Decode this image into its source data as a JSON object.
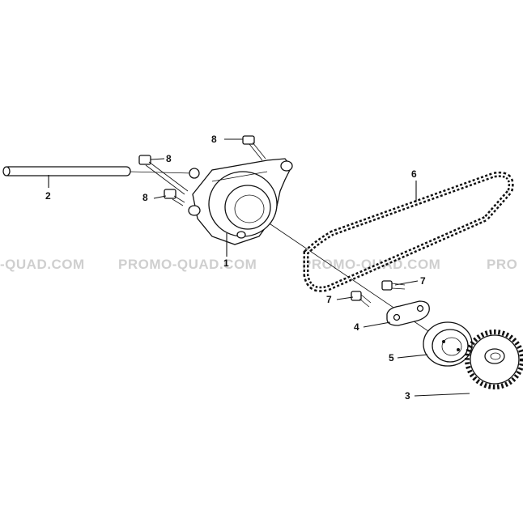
{
  "watermark": {
    "segments": [
      "-QUAD.COM",
      "PROMO-QUAD.COM",
      "PROMO-QUAD.COM",
      "PRO"
    ],
    "color": "#cfcfcf"
  },
  "callouts": [
    {
      "id": "c1",
      "label": "1"
    },
    {
      "id": "c2",
      "label": "2"
    },
    {
      "id": "c3",
      "label": "3"
    },
    {
      "id": "c4",
      "label": "4"
    },
    {
      "id": "c5",
      "label": "5"
    },
    {
      "id": "c6",
      "label": "6"
    },
    {
      "id": "c7a",
      "label": "7"
    },
    {
      "id": "c7b",
      "label": "7"
    },
    {
      "id": "c8a",
      "label": "8"
    },
    {
      "id": "c8b",
      "label": "8"
    },
    {
      "id": "c8c",
      "label": "8"
    }
  ]
}
